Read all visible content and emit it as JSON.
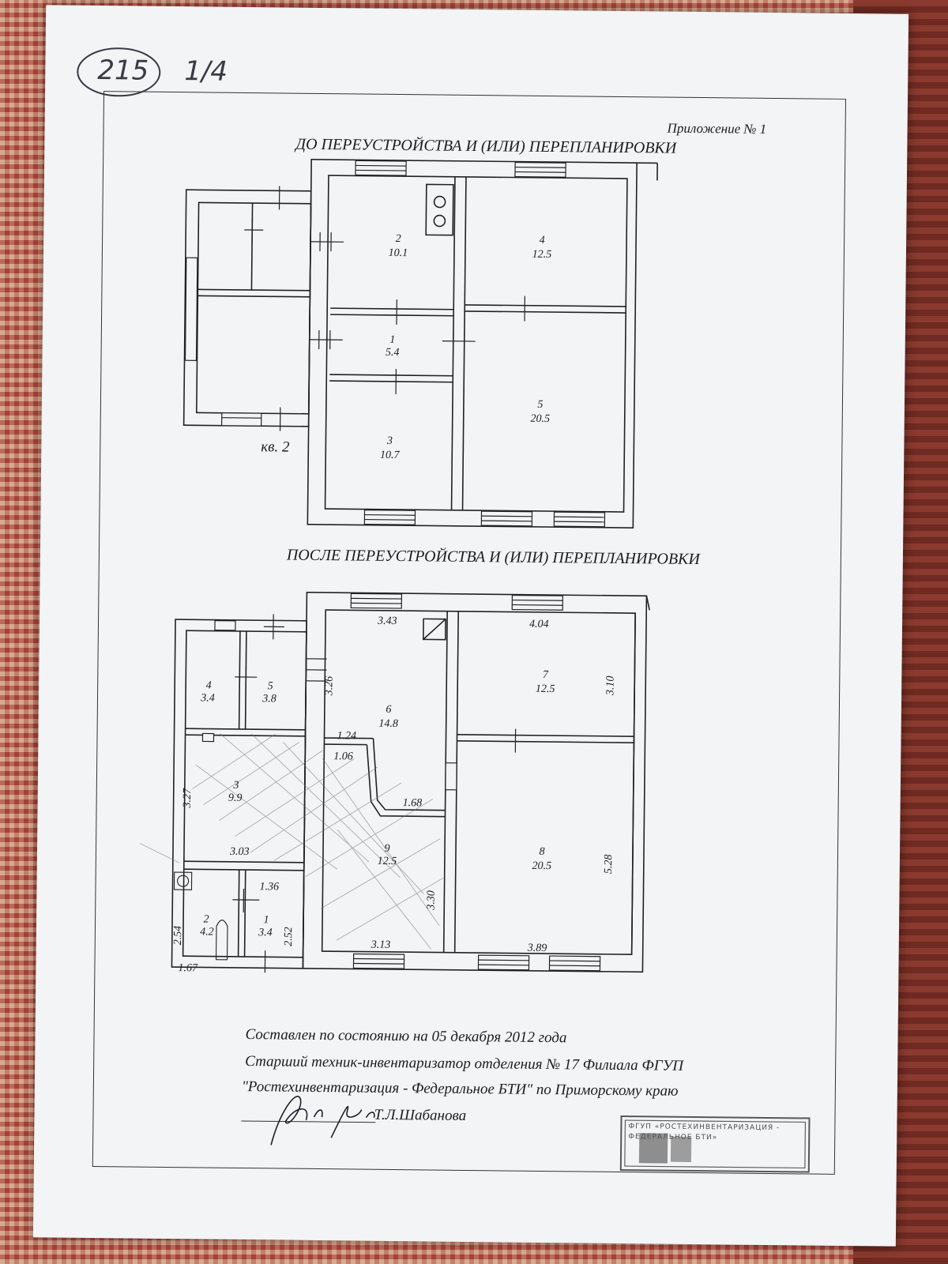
{
  "document": {
    "handwritten_number": "215",
    "handwritten_fraction": "1/4",
    "appendix_label": "Приложение № 1",
    "title_before": "ДО ПЕРЕУСТРОЙСТВА И (ИЛИ) ПЕРЕПЛАНИРОВКИ",
    "title_after": "ПОСЛЕ ПЕРЕУСТРОЙСТВА И (ИЛИ) ПЕРЕПЛАНИРОВКИ",
    "apartment_label": "кв. 2",
    "footer_line1": "Составлен по состоянию на 05 декабря 2012 года",
    "footer_line2": "Старший техник-инвентаризатор  отделения № 17 Филиала ФГУП",
    "footer_line3": "\"Ростехинвентаризация - Федеральное БТИ\" по Приморскому краю",
    "signer": "Т.Л.Шабанова",
    "stamp_text": "ФГУП «РОСТЕХИНВЕНТАРИЗАЦИЯ - ФЕДЕРАЛЬНОЕ БТИ»"
  },
  "plan_before": {
    "rooms": [
      {
        "num": "2",
        "area": "10.1"
      },
      {
        "num": "4",
        "area": "12.5"
      },
      {
        "num": "1",
        "area": "5.4"
      },
      {
        "num": "5",
        "area": "20.5"
      },
      {
        "num": "3",
        "area": "10.7"
      }
    ]
  },
  "plan_after": {
    "rooms": [
      {
        "num": "4",
        "area": "3.4"
      },
      {
        "num": "5",
        "area": "3.8"
      },
      {
        "num": "6",
        "area": "14.8"
      },
      {
        "num": "7",
        "area": "12.5"
      },
      {
        "num": "3",
        "area": "9.9"
      },
      {
        "num": "9",
        "area": "12.5"
      },
      {
        "num": "8",
        "area": "20.5"
      },
      {
        "num": "2",
        "area": "4.2"
      },
      {
        "num": "1",
        "area": "3.4"
      }
    ],
    "dimensions": [
      "3.43",
      "4.04",
      "3.26",
      "3.10",
      "1.24",
      "1.06",
      "1.68",
      "3.27",
      "3.03",
      "3.30",
      "5.28",
      "1.36",
      "2.54",
      "2.52",
      "1.67",
      "3.13",
      "3.89"
    ]
  }
}
